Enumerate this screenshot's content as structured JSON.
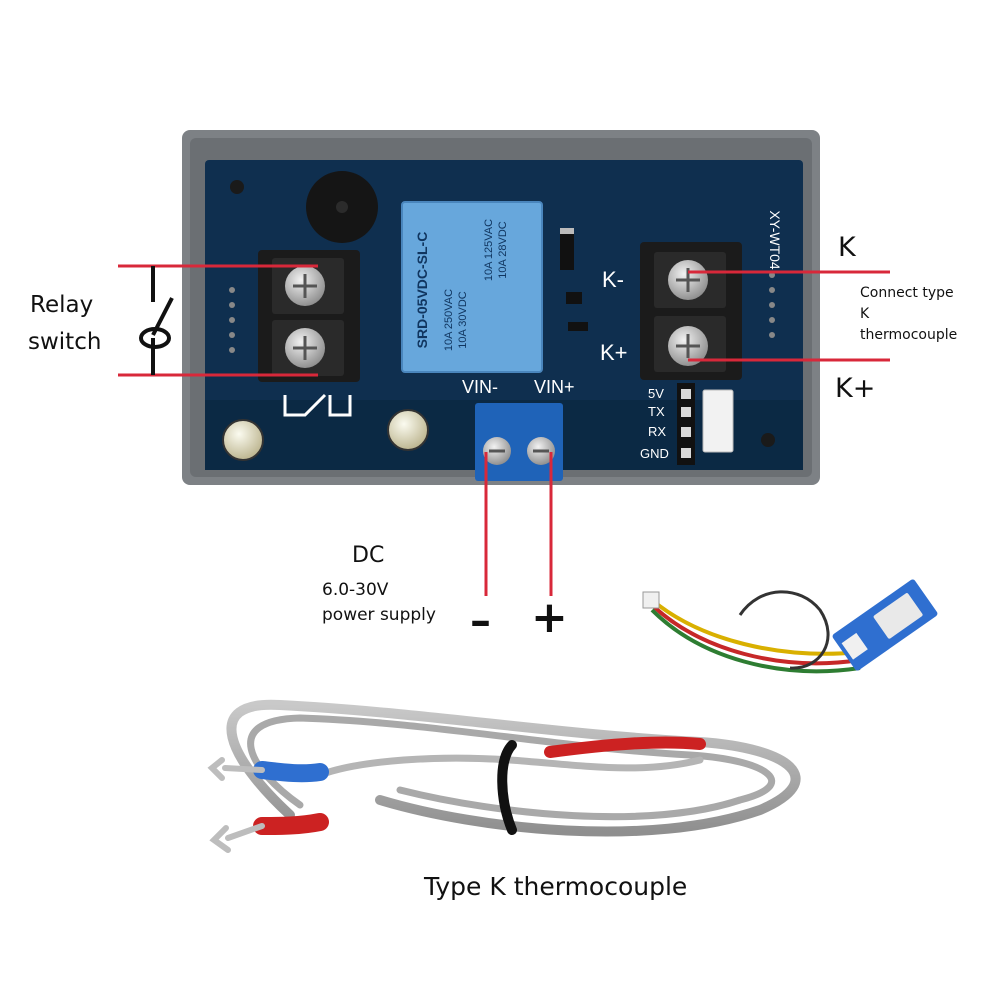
{
  "board": {
    "model": "XY-WT04",
    "relay": {
      "model": "SRD-05VDC-SL-C",
      "rating_ac_1": "10A 250VAC",
      "rating_ac_2": "10A 125VAC",
      "rating_dc_1": "10A 30VDC",
      "rating_dc_2": "10A 28VDC"
    },
    "terminals": {
      "k_minus": "K-",
      "k_plus": "K+",
      "vin_minus": "VIN-",
      "vin_plus": "VIN+"
    },
    "header_pins": [
      "5V",
      "TX",
      "RX",
      "GND"
    ]
  },
  "labels": {
    "relay_switch_line1": "Relay",
    "relay_switch_line2": "switch",
    "k_top": "K",
    "connect_line1": "Connect type",
    "connect_line2": "K",
    "connect_line3": "thermocouple",
    "k_plus": "K+",
    "dc": "DC",
    "voltage": "6.0-30V",
    "power_supply": "power supply",
    "minus": "–",
    "plus": "+",
    "thermocouple": "Type K thermocouple"
  },
  "colors": {
    "wire": "#d8283a",
    "pcb": "#0f2f4f",
    "housing": "#7d8185",
    "relay": "#67a7dc",
    "terminal": "#1b1b1b",
    "blue_terminal": "#1f63b8",
    "sleeve_red": "#cc2222",
    "sleeve_blue": "#2f6fd0"
  }
}
